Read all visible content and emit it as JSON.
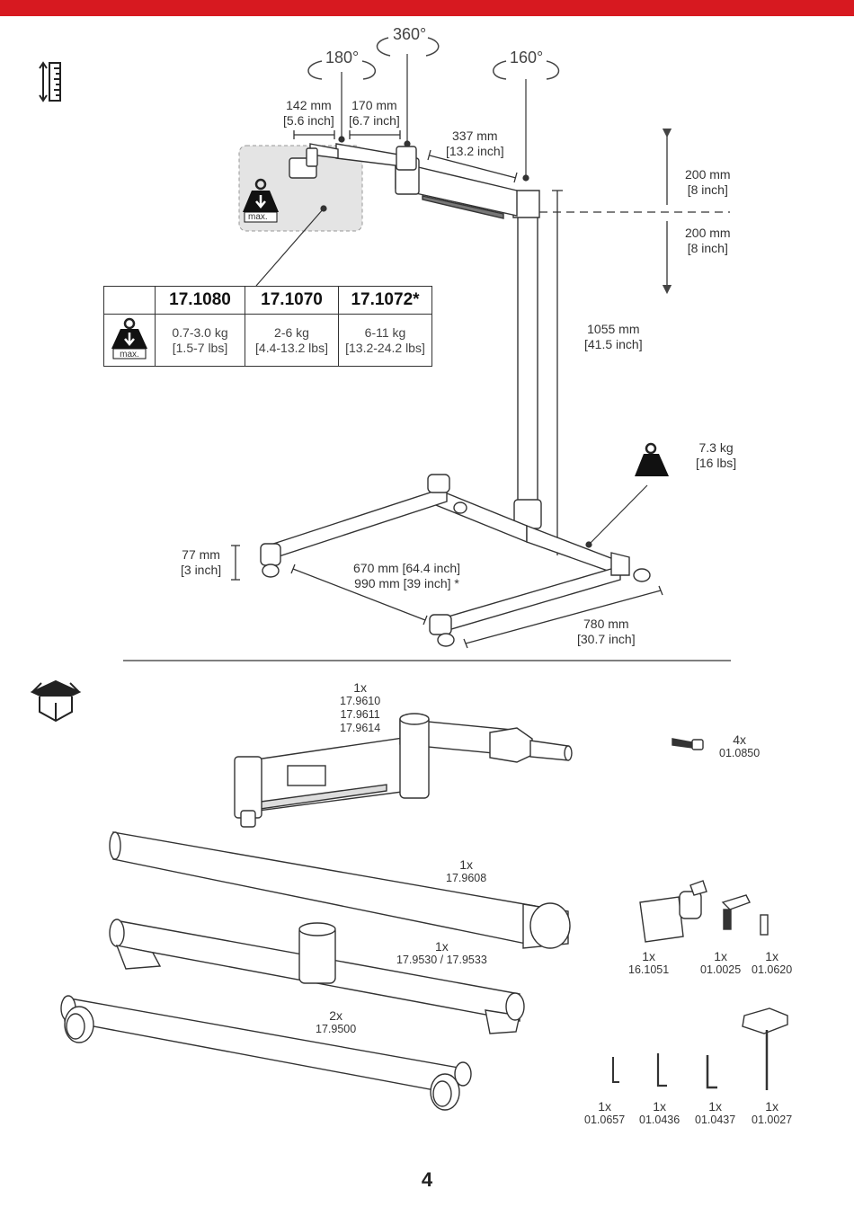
{
  "header": {
    "accent_color": "#d71920"
  },
  "rotations": {
    "arm1": "180°",
    "arm_joint": "360°",
    "head": "160°"
  },
  "dimensions": {
    "seg1": [
      "142 mm",
      "[5.6 inch]"
    ],
    "seg2": [
      "170 mm",
      "[6.7 inch]"
    ],
    "arm": [
      "337 mm",
      "[13.2 inch]"
    ],
    "height_up": [
      "200 mm",
      "[8 inch]"
    ],
    "height_down": [
      "200 mm",
      "[8 inch]"
    ],
    "column": [
      "1055 mm",
      "[41.5 inch]"
    ],
    "base_weight": [
      "7.3 kg",
      "[16 lbs]"
    ],
    "base_height": [
      "77 mm",
      "[3 inch]"
    ],
    "base_length": [
      "670 mm [64.4 inch]",
      "990 mm [39 inch] *"
    ],
    "base_width": [
      "780 mm",
      "[30.7 inch]"
    ]
  },
  "load_icon_label": "max.",
  "spec_table": {
    "columns": [
      "17.1080",
      "17.1070",
      "17.1072*"
    ],
    "rows": [
      [
        "0.7-3.0 kg",
        "[1.5-7 lbs]"
      ],
      [
        "2-6 kg",
        "[4.4-13.2 lbs]"
      ],
      [
        "6-11 kg",
        "[13.2-24.2 lbs]"
      ]
    ]
  },
  "parts": [
    {
      "qty": "1x",
      "codes": [
        "17.9610",
        "17.9611",
        "17.9614"
      ]
    },
    {
      "qty": "4x",
      "codes": [
        "01.0850"
      ]
    },
    {
      "qty": "1x",
      "codes": [
        "17.9608"
      ]
    },
    {
      "qty": "1x",
      "codes": [
        "17.9530 / 17.9533"
      ]
    },
    {
      "qty": "1x",
      "codes": [
        "16.1051"
      ]
    },
    {
      "qty": "1x",
      "codes": [
        "01.0025"
      ]
    },
    {
      "qty": "1x",
      "codes": [
        "01.0620"
      ]
    },
    {
      "qty": "2x",
      "codes": [
        "17.9500"
      ]
    },
    {
      "qty": "1x",
      "codes": [
        "01.0657"
      ]
    },
    {
      "qty": "1x",
      "codes": [
        "01.0436"
      ]
    },
    {
      "qty": "1x",
      "codes": [
        "01.0437"
      ]
    },
    {
      "qty": "1x",
      "codes": [
        "01.0027"
      ]
    }
  ],
  "page_number": "4"
}
